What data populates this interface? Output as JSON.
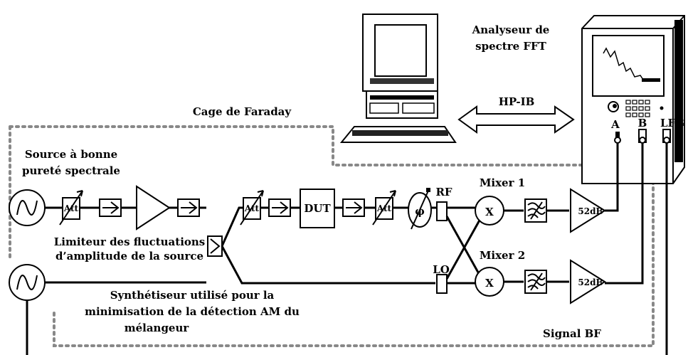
{
  "labels": {
    "fft_title_line1": "Analyseur de",
    "fft_title_line2": "spectre FFT",
    "bus": "HP-IB",
    "cage": "Cage de Faraday",
    "source_line1": "Source à bonne",
    "source_line2": "pureté spectrale",
    "limiter_line1": "Limiteur des fluctuations",
    "limiter_line2": "d’amplitude de la source",
    "synth_line1": "Synthétiseur utilisé pour la",
    "synth_line2": "minimisation de la détection AM du",
    "synth_line3": "mélangeur",
    "signal_bf": "Signal BF",
    "mixer1": "Mixer 1",
    "mixer2": "Mixer 2",
    "rf_port": "RF",
    "lo_port": "LO",
    "dut": "DUT",
    "att": "Att",
    "phase": "φ",
    "mixer_symbol": "X",
    "amp_gain": "52dB",
    "channel_a": "A",
    "channel_b": "B",
    "channel_lfg": "LFG"
  }
}
